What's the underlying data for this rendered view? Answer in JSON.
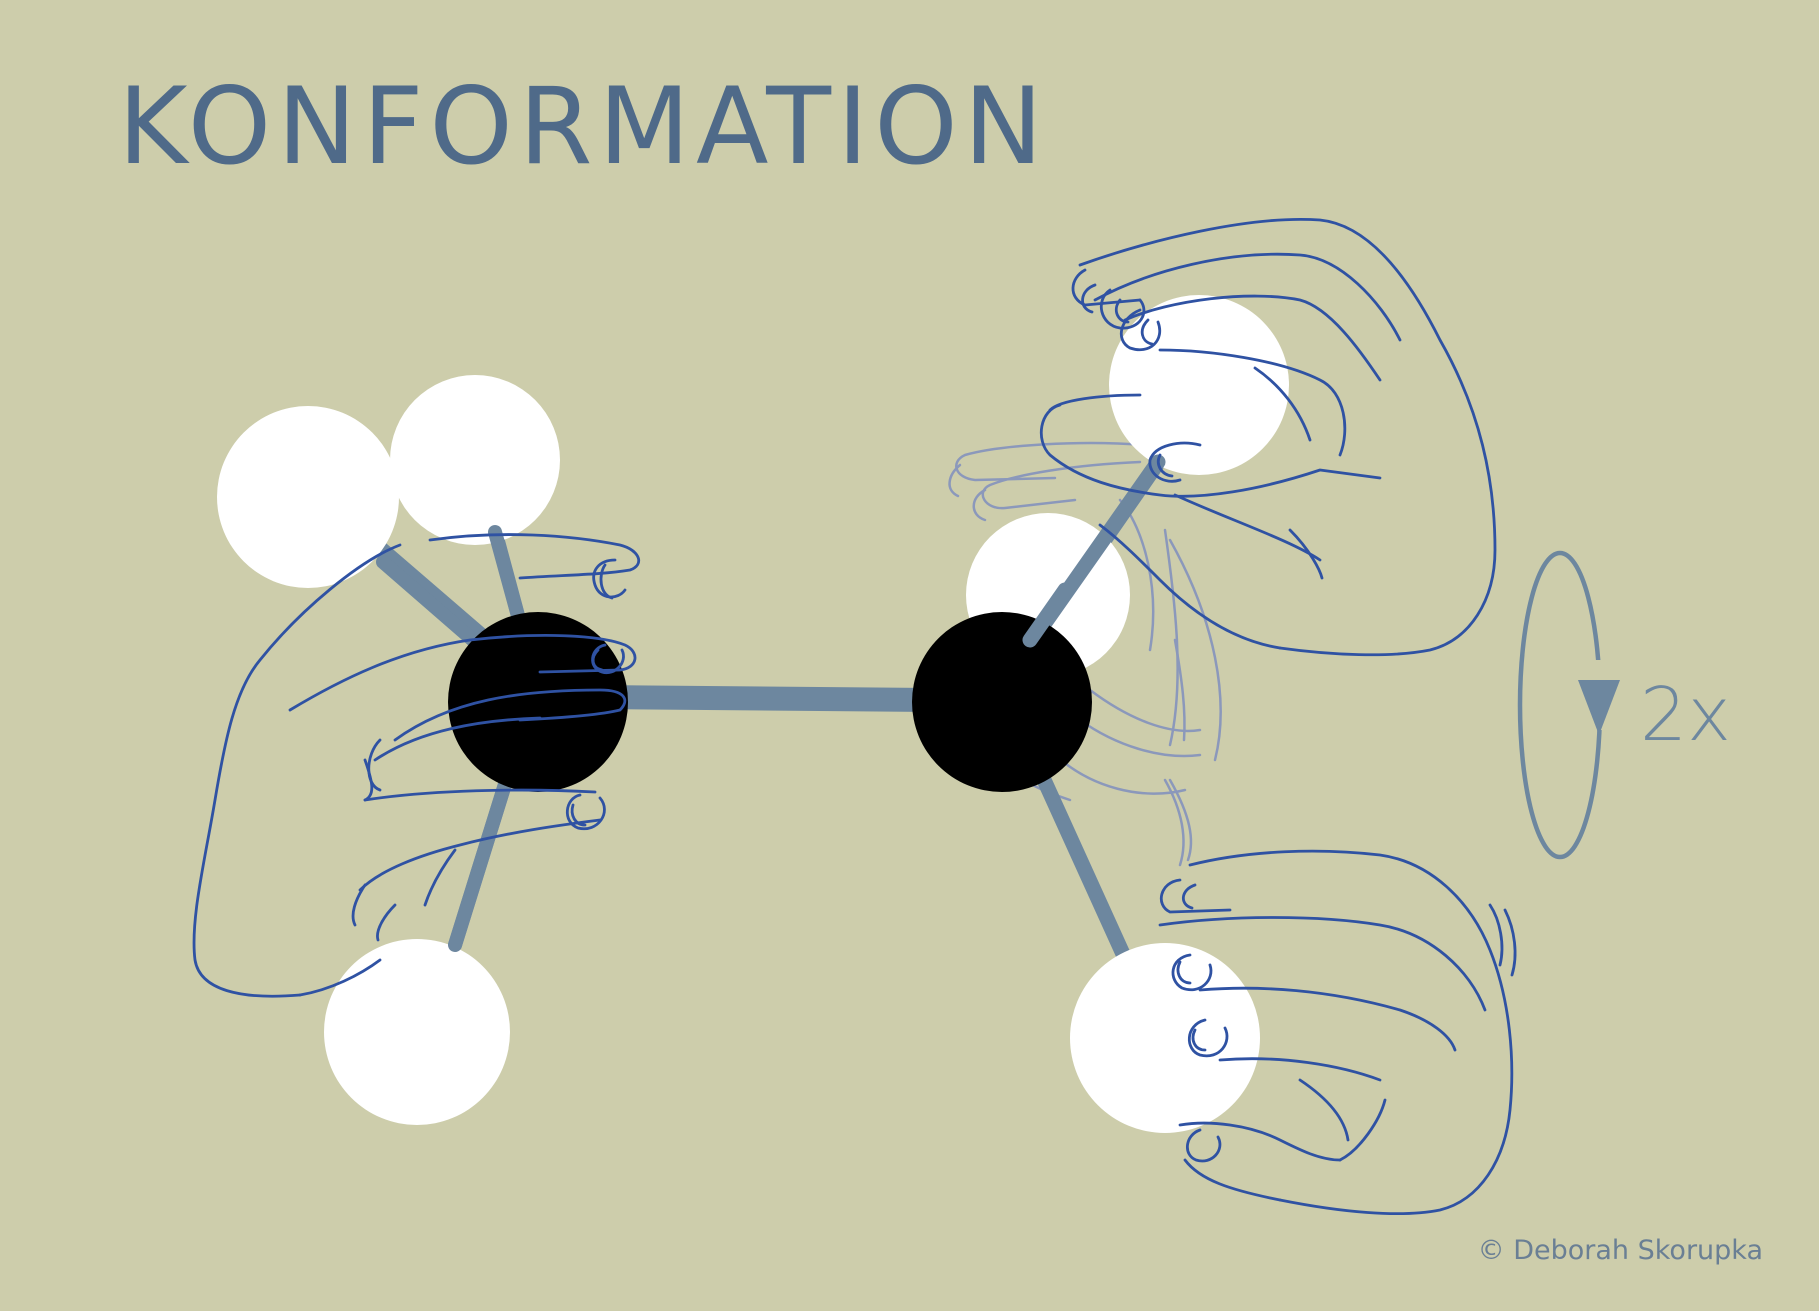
{
  "title": "KONFORMATION",
  "credit": "© Deborah Skorupka",
  "rotation_label": "2x",
  "colors": {
    "background": "#cdcdab",
    "title": "#4f6a89",
    "bond": "#6d879f",
    "carbon": "#000000",
    "hydrogen": "#ffffff",
    "hand_outline": "#2f52a3",
    "hand_faded": "#8b98bb",
    "rotation_arrow": "#6d879f",
    "credit": "#6a7f94"
  },
  "molecule": {
    "carbons": [
      "carbon-atom-left",
      "carbon-atom-right"
    ],
    "hydrogens_per_carbon": 3
  },
  "icons": {
    "rotation": "rotation-arrow-icon"
  }
}
